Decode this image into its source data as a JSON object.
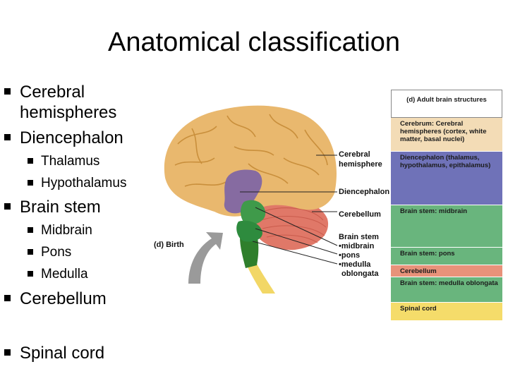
{
  "slide": {
    "title": "Anatomical classification",
    "bullets": [
      {
        "level": 1,
        "text": "Cerebral hemispheres"
      },
      {
        "level": 1,
        "text": "Diencephalon"
      },
      {
        "level": 2,
        "text": "Thalamus"
      },
      {
        "level": 2,
        "text": "Hypothalamus"
      },
      {
        "level": 1,
        "text": "Brain stem"
      },
      {
        "level": 2,
        "text": "Midbrain"
      },
      {
        "level": 2,
        "text": "Pons"
      },
      {
        "level": 2,
        "text": "Medulla"
      },
      {
        "level": 1,
        "text": "Cerebellum"
      },
      {
        "level": 1,
        "text": "Spinal cord"
      }
    ]
  },
  "figure": {
    "birth_label": "(d) Birth",
    "labels": {
      "cerebral_1": "Cerebral",
      "cerebral_2": "hemisphere",
      "diencephalon": "Diencephalon",
      "cerebellum": "Cerebellum",
      "brainstem": "Brain stem",
      "midbrain": "•midbrain",
      "pons": "•pons",
      "medulla_1": "•medulla",
      "medulla_2": "oblongata"
    },
    "table_title": "(d) Adult brain structures",
    "table_rows": [
      {
        "text": "Cerebrum: Cerebral hemispheres (cortex, white matter, basal nuclei)",
        "color": "#f3dcb6"
      },
      {
        "text": "Diencephalon (thalamus, hypothalamus, epithalamus)",
        "color": "#6f72b8"
      },
      {
        "text": "Brain stem: midbrain",
        "color": "#69b57d"
      },
      {
        "text": "Brain stem: pons",
        "color": "#69b57d"
      },
      {
        "text": "Cerebellum",
        "color": "#e8927a"
      },
      {
        "text": "Brain stem: medulla oblongata",
        "color": "#69b57d"
      },
      {
        "text": "Spinal cord",
        "color": "#f5dc6a"
      }
    ],
    "colors": {
      "cerebrum": "#e9b86e",
      "diencephalon": "#7b63a6",
      "midbrain": "#3f9a4a",
      "pons": "#2e8b3e",
      "medulla": "#2f7f2c",
      "cerebellum": "#e07868",
      "spinal_cord": "#f2d766"
    }
  }
}
